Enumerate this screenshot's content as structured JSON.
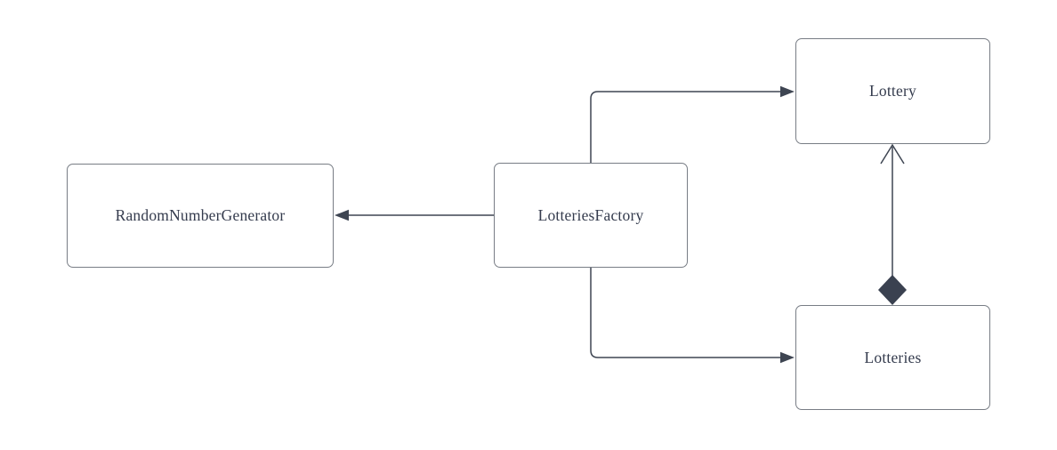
{
  "diagram": {
    "type": "uml-class-relationship-diagram",
    "nodes": [
      {
        "id": "random-number-generator",
        "label": "RandomNumberGenerator"
      },
      {
        "id": "lotteries-factory",
        "label": "LotteriesFactory"
      },
      {
        "id": "lottery",
        "label": "Lottery"
      },
      {
        "id": "lotteries",
        "label": "Lotteries"
      }
    ],
    "edges": [
      {
        "from": "LotteriesFactory",
        "to": "RandomNumberGenerator",
        "style": "solid",
        "head": "filled-arrow-left"
      },
      {
        "from": "LotteriesFactory",
        "to": "Lottery",
        "style": "solid-elbow",
        "head": "filled-arrow-right"
      },
      {
        "from": "LotteriesFactory",
        "to": "Lotteries",
        "style": "solid-elbow",
        "head": "filled-arrow-right"
      },
      {
        "from": "Lotteries",
        "to": "Lottery",
        "style": "solid",
        "head": "open-arrow-up",
        "tail": "filled-diamond-composition"
      }
    ],
    "colors": {
      "background": "#ffffff",
      "node_border": "#787d85",
      "node_fill": "#ffffff",
      "edge_stroke": "#3e4552",
      "text": "#343b4d",
      "diamond_fill": "#3a4150"
    }
  }
}
